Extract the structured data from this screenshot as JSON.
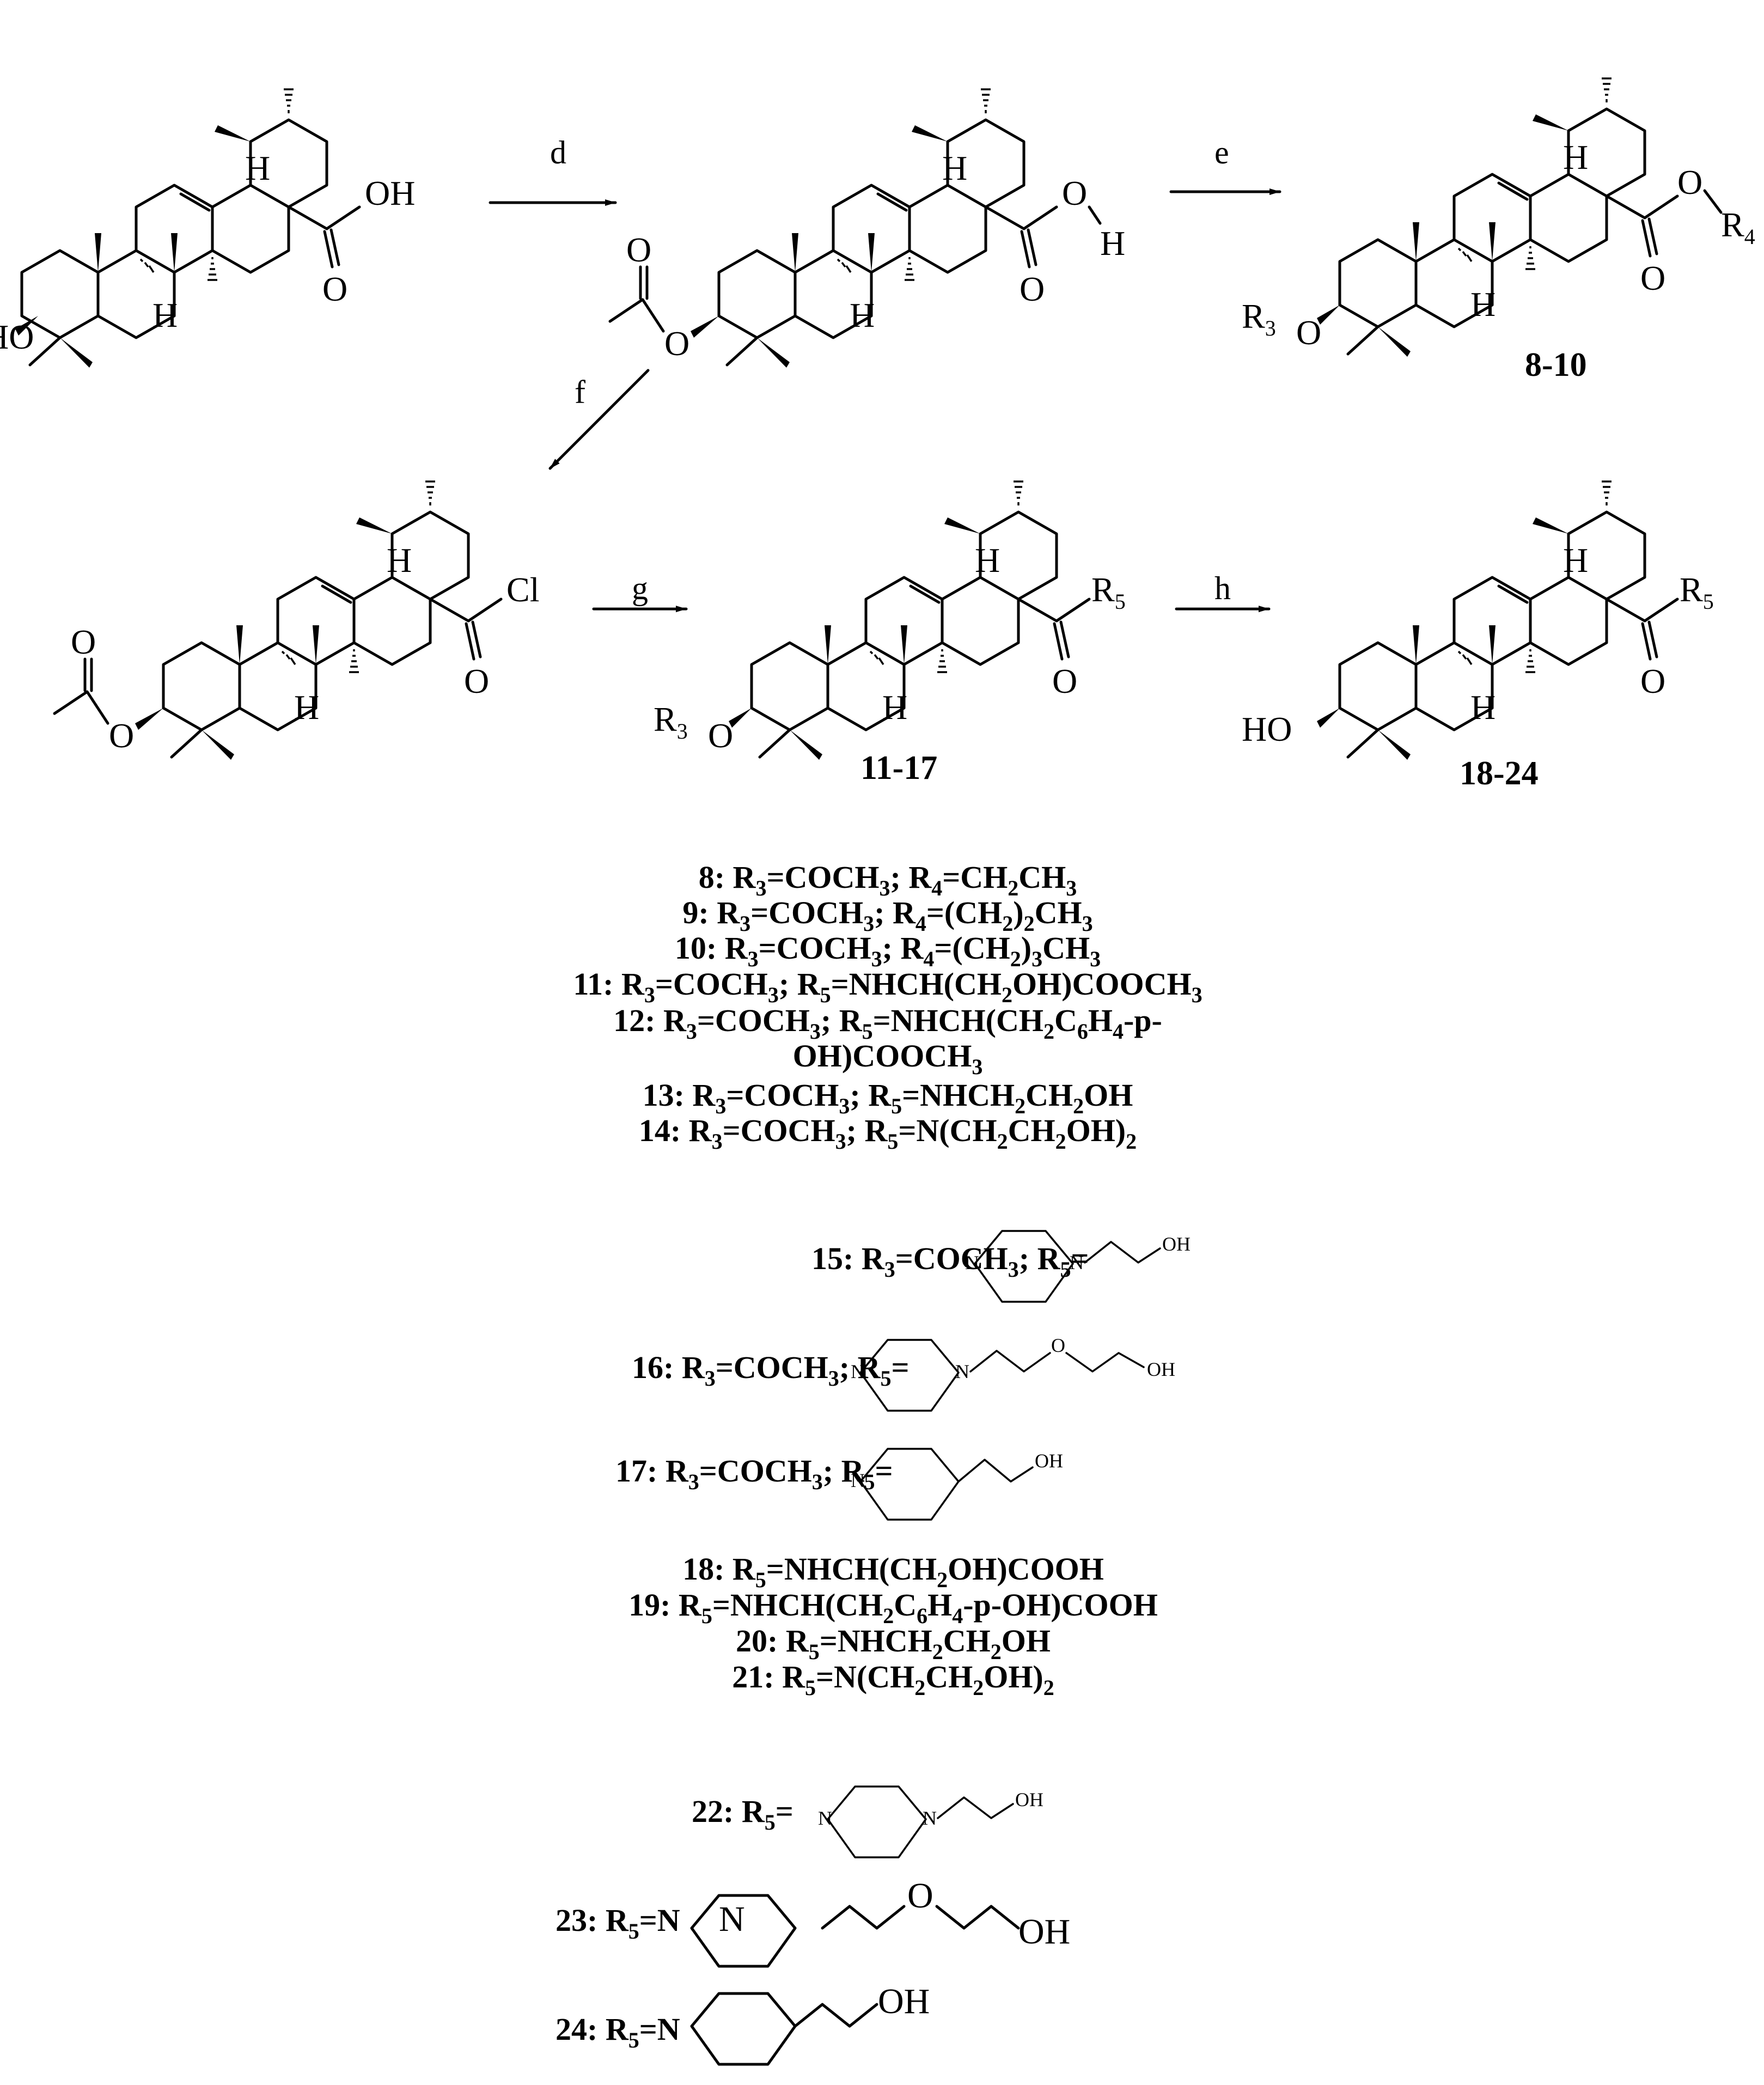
{
  "reagents": {
    "d": "d",
    "e": "e",
    "f": "f",
    "g": "g",
    "h": "h"
  },
  "atoms": {
    "oh": "OH",
    "ho": "HO",
    "h": "H",
    "o": "O",
    "cl": "Cl",
    "n": "N",
    "r3": "R",
    "r3_sub": "3",
    "r4": "R",
    "r4_sub": "4",
    "r5": "R",
    "r5_sub": "5"
  },
  "compound_labels": {
    "p1": "8-10",
    "p2": "11-17",
    "p3": "18-24"
  },
  "legend": [
    {
      "id": "8",
      "parts": [
        [
          "8:   R",
          "n"
        ],
        [
          "3",
          "s"
        ],
        [
          "=COCH",
          "n"
        ],
        [
          "3",
          "s"
        ],
        [
          "; R",
          "n"
        ],
        [
          "4",
          "s"
        ],
        [
          "=CH",
          "n"
        ],
        [
          "2",
          "s"
        ],
        [
          "CH",
          "n"
        ],
        [
          "3",
          "s"
        ]
      ]
    },
    {
      "id": "9",
      "parts": [
        [
          "9:   R",
          "n"
        ],
        [
          "3",
          "s"
        ],
        [
          "=COCH",
          "n"
        ],
        [
          "3",
          "s"
        ],
        [
          "; R",
          "n"
        ],
        [
          "4",
          "s"
        ],
        [
          "=(CH",
          "n"
        ],
        [
          "2",
          "s"
        ],
        [
          ")",
          "n"
        ],
        [
          "2",
          "s"
        ],
        [
          "CH",
          "n"
        ],
        [
          "3",
          "s"
        ]
      ]
    },
    {
      "id": "10",
      "parts": [
        [
          "10: R",
          "n"
        ],
        [
          "3",
          "s"
        ],
        [
          "=COCH",
          "n"
        ],
        [
          "3",
          "s"
        ],
        [
          "; R",
          "n"
        ],
        [
          "4",
          "s"
        ],
        [
          "=(CH",
          "n"
        ],
        [
          "2",
          "s"
        ],
        [
          ")",
          "n"
        ],
        [
          "3",
          "s"
        ],
        [
          "CH",
          "n"
        ],
        [
          "3",
          "s"
        ]
      ]
    },
    {
      "id": "11",
      "parts": [
        [
          "11: R",
          "n"
        ],
        [
          "3",
          "s"
        ],
        [
          "=COCH",
          "n"
        ],
        [
          "3",
          "s"
        ],
        [
          "; R",
          "n"
        ],
        [
          "5",
          "s"
        ],
        [
          "=NHCH(CH",
          "n"
        ],
        [
          "2",
          "s"
        ],
        [
          "OH)COOCH",
          "n"
        ],
        [
          "3",
          "s"
        ]
      ]
    },
    {
      "id": "12a",
      "parts": [
        [
          "12: R",
          "n"
        ],
        [
          "3",
          "s"
        ],
        [
          "=COCH",
          "n"
        ],
        [
          "3",
          "s"
        ],
        [
          "; R",
          "n"
        ],
        [
          "5",
          "s"
        ],
        [
          "=NHCH(CH",
          "n"
        ],
        [
          "2",
          "s"
        ],
        [
          "C",
          "n"
        ],
        [
          "6",
          "s"
        ],
        [
          "H",
          "n"
        ],
        [
          "4",
          "s"
        ],
        [
          "-p-",
          "n"
        ]
      ]
    },
    {
      "id": "12b",
      "parts": [
        [
          "OH)COOCH",
          "n"
        ],
        [
          "3",
          "s"
        ]
      ]
    },
    {
      "id": "13",
      "parts": [
        [
          "13: R",
          "n"
        ],
        [
          "3",
          "s"
        ],
        [
          "=COCH",
          "n"
        ],
        [
          "3",
          "s"
        ],
        [
          "; R",
          "n"
        ],
        [
          "5",
          "s"
        ],
        [
          "=NHCH",
          "n"
        ],
        [
          "2",
          "s"
        ],
        [
          "CH",
          "n"
        ],
        [
          "2",
          "s"
        ],
        [
          "OH",
          "n"
        ]
      ]
    },
    {
      "id": "14",
      "parts": [
        [
          "14: R",
          "n"
        ],
        [
          "3",
          "s"
        ],
        [
          "=COCH",
          "n"
        ],
        [
          "3",
          "s"
        ],
        [
          "; R",
          "n"
        ],
        [
          "5",
          "s"
        ],
        [
          "=N(CH",
          "n"
        ],
        [
          "2",
          "s"
        ],
        [
          "CH",
          "n"
        ],
        [
          "2",
          "s"
        ],
        [
          "OH)",
          "n"
        ],
        [
          "2",
          "s"
        ]
      ]
    },
    {
      "id": "15",
      "parts": [
        [
          "15: R",
          "n"
        ],
        [
          "3",
          "s"
        ],
        [
          "=COCH",
          "n"
        ],
        [
          "3",
          "s"
        ],
        [
          "; R",
          "n"
        ],
        [
          "5",
          "s"
        ],
        [
          "=",
          "n"
        ]
      ]
    },
    {
      "id": "16",
      "parts": [
        [
          "16: R",
          "n"
        ],
        [
          "3",
          "s"
        ],
        [
          "=COCH",
          "n"
        ],
        [
          "3",
          "s"
        ],
        [
          "; R",
          "n"
        ],
        [
          "5",
          "s"
        ],
        [
          "=",
          "n"
        ]
      ]
    },
    {
      "id": "17",
      "parts": [
        [
          "17: R",
          "n"
        ],
        [
          "3",
          "s"
        ],
        [
          "=COCH",
          "n"
        ],
        [
          "3",
          "s"
        ],
        [
          "; R",
          "n"
        ],
        [
          "5",
          "s"
        ],
        [
          "=",
          "n"
        ]
      ]
    },
    {
      "id": "18",
      "parts": [
        [
          "18: R",
          "n"
        ],
        [
          "5",
          "s"
        ],
        [
          "=NHCH(CH",
          "n"
        ],
        [
          "2",
          "s"
        ],
        [
          "OH)COOH",
          "n"
        ]
      ]
    },
    {
      "id": "19",
      "parts": [
        [
          "19: R",
          "n"
        ],
        [
          "5",
          "s"
        ],
        [
          "=NHCH(CH",
          "n"
        ],
        [
          "2",
          "s"
        ],
        [
          "C",
          "n"
        ],
        [
          "6",
          "s"
        ],
        [
          "H",
          "n"
        ],
        [
          "4",
          "s"
        ],
        [
          "-p-OH)COOH",
          "n"
        ]
      ]
    },
    {
      "id": "20",
      "parts": [
        [
          "20: R",
          "n"
        ],
        [
          "5",
          "s"
        ],
        [
          "=NHCH",
          "n"
        ],
        [
          "2",
          "s"
        ],
        [
          "CH",
          "n"
        ],
        [
          "2",
          "s"
        ],
        [
          "OH",
          "n"
        ]
      ]
    },
    {
      "id": "21",
      "parts": [
        [
          "21: R",
          "n"
        ],
        [
          "5",
          "s"
        ],
        [
          "=N(CH",
          "n"
        ],
        [
          "2",
          "s"
        ],
        [
          "CH",
          "n"
        ],
        [
          "2",
          "s"
        ],
        [
          "OH)",
          "n"
        ],
        [
          "2",
          "s"
        ]
      ]
    },
    {
      "id": "22",
      "parts": [
        [
          "22: R",
          "n"
        ],
        [
          "5",
          "s"
        ],
        [
          "=",
          "n"
        ]
      ]
    },
    {
      "id": "23",
      "parts": [
        [
          "23: R",
          "n"
        ],
        [
          "5",
          "s"
        ],
        [
          "=N",
          "n"
        ]
      ]
    },
    {
      "id": "24",
      "parts": [
        [
          "24: R",
          "n"
        ],
        [
          "5",
          "s"
        ],
        [
          "=N",
          "n"
        ]
      ]
    }
  ]
}
